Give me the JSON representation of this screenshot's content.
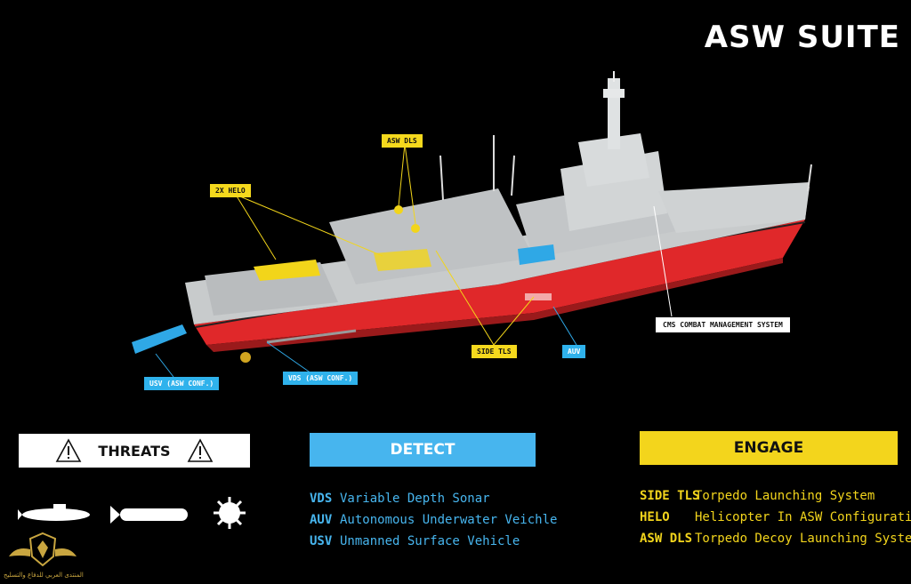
{
  "title": "ASW SUITE",
  "callouts": {
    "asw_dls": "ASW DLS",
    "helo": "2X HELO",
    "side_tls": "SIDE TLS",
    "auv": "AUV",
    "usv": "USV (ASW CONF.)",
    "vds": "VDS (ASW CONF.)",
    "cms": "CMS COMBAT MANAGEMENT SYSTEM"
  },
  "panels": {
    "threats": "THREATS",
    "detect": "DETECT",
    "engage": "ENGAGE"
  },
  "threat_icons": [
    "submarine-icon",
    "torpedo-icon",
    "naval-mine-icon"
  ],
  "detect_items": [
    {
      "abbr": "VDS",
      "desc": "Variable Depth Sonar"
    },
    {
      "abbr": "AUV",
      "desc": "Autonomous Underwater Veichle"
    },
    {
      "abbr": "USV",
      "desc": "Unmanned Surface Vehicle"
    }
  ],
  "engage_items": [
    {
      "abbr": "SIDE TLS",
      "desc": "Torpedo Launching System"
    },
    {
      "abbr": "HELO",
      "desc": "Helicopter In ASW Configuration"
    },
    {
      "abbr": "ASW DLS",
      "desc": "Torpedo Decoy Launching System"
    }
  ],
  "watermark": "المنتدى العربي للدفاع والتسليح",
  "colors": {
    "background": "#000000",
    "detect_blue": "#47b5ee",
    "engage_yellow": "#f3d51c",
    "hull_red": "#e0282a",
    "ship_grey": "#c8cbcc"
  }
}
